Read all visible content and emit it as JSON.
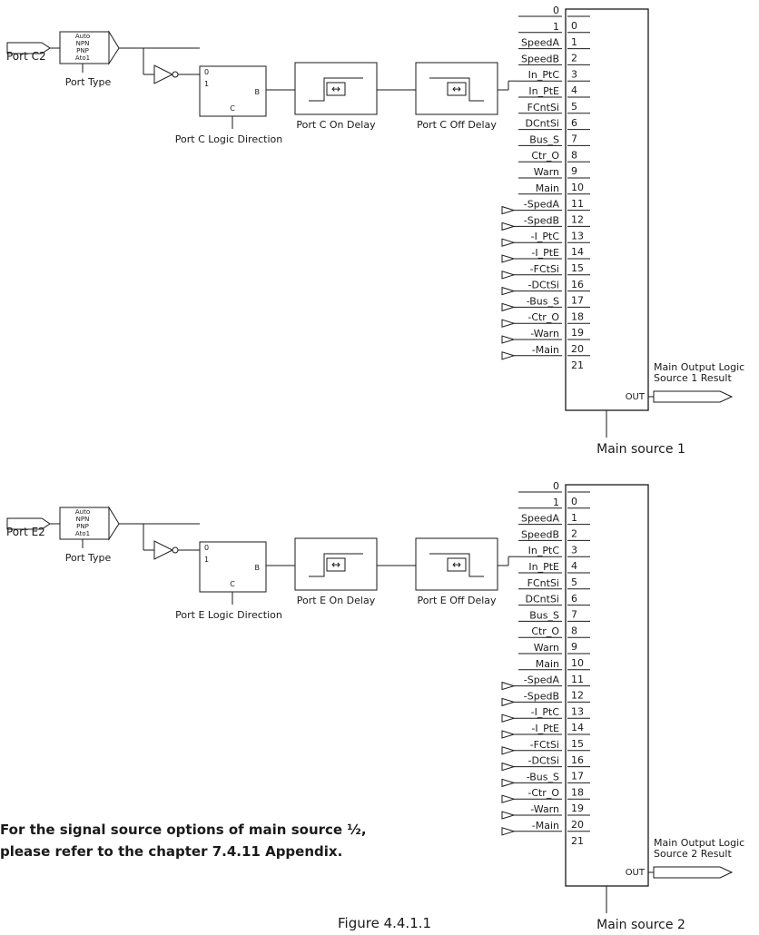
{
  "port_type_options": [
    "Auto",
    "NPN",
    "PNP",
    "Ato1"
  ],
  "logic_inputs": [
    "0",
    "1"
  ],
  "logic_output": "B",
  "logic_control": "C",
  "out_label": "OUT",
  "source_inputs": {
    "labels": [
      "0",
      "1",
      "SpeedA",
      "SpeedB",
      "In_PtC",
      "In_PtE",
      "FCntSi",
      "DCntSi",
      "Bus_S",
      "Ctr_O",
      "Warn",
      "Main",
      "-SpedA",
      "-SpedB",
      "-I_PtC",
      "-I_PtE",
      "-FCtSi",
      "-DCtSi",
      "-Bus_S",
      "-Ctr_O",
      "-Warn",
      "-Main"
    ],
    "indices": [
      "0",
      "1",
      "2",
      "3",
      "4",
      "5",
      "6",
      "7",
      "8",
      "9",
      "10",
      "11",
      "12",
      "13",
      "14",
      "15",
      "16",
      "17",
      "18",
      "19",
      "20",
      "21"
    ],
    "inverted_from_index": 12
  },
  "blocks": [
    {
      "port_label": "Port C2",
      "port_type_label": "Port Type",
      "logic_direction_label": "Port C Logic Direction",
      "on_delay_label": "Port C On Delay",
      "off_delay_label": "Port C Off Delay",
      "source_name": "Main source 1",
      "result_line1": "Main Output Logic",
      "result_line2": "Source 1 Result"
    },
    {
      "port_label": "Port E2",
      "port_type_label": "Port Type",
      "logic_direction_label": "Port E Logic Direction",
      "on_delay_label": "Port E On Delay",
      "off_delay_label": "Port E Off Delay",
      "source_name": "Main source 2",
      "result_line1": "Main Output Logic",
      "result_line2": "Source 2 Result"
    }
  ],
  "note_line1": "For the signal source options of main source ½,",
  "note_line2": "please refer to the chapter 7.4.11 Appendix.",
  "figure_caption": "Figure 4.4.1.1"
}
